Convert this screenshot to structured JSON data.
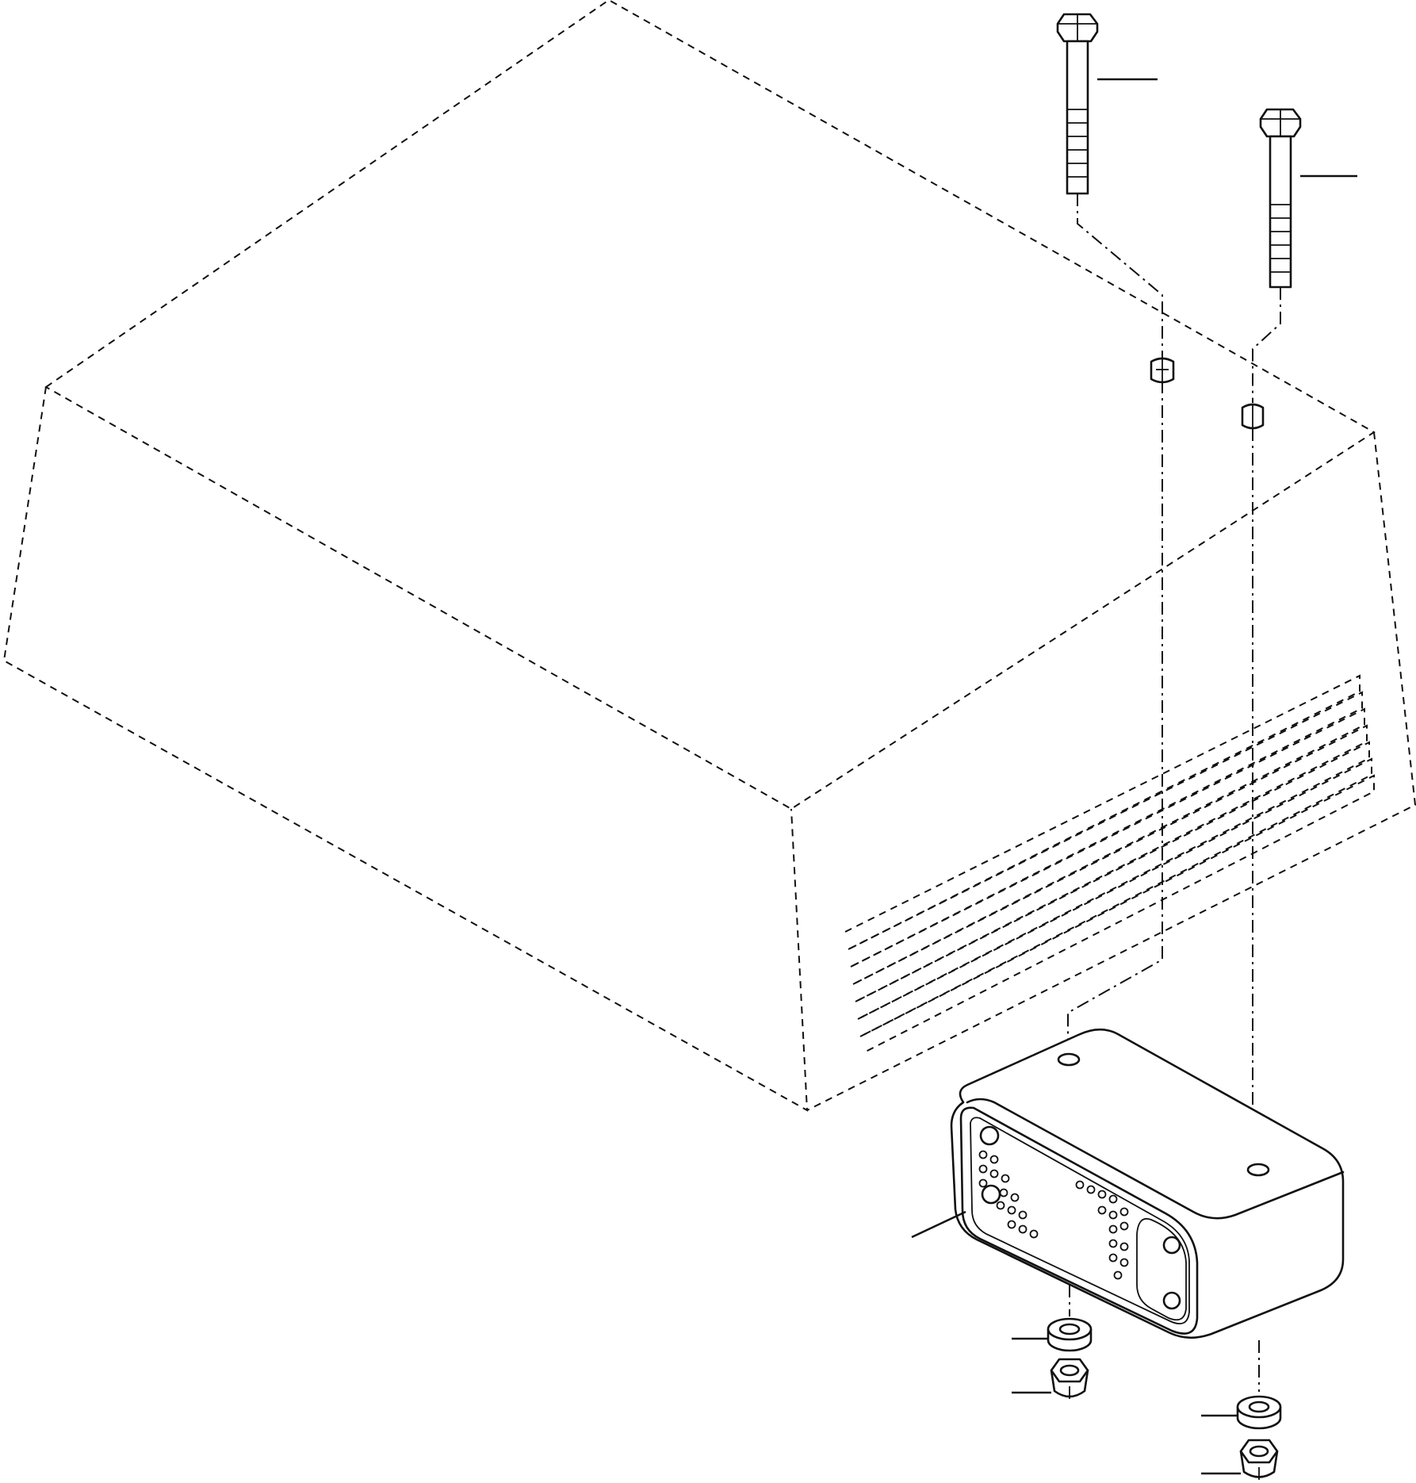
{
  "diagram": {
    "kind": "exploded-parts-drawing",
    "components": [
      "housing-outline",
      "bolt-left",
      "bolt-right",
      "spacer-left",
      "spacer-right",
      "mounting-block",
      "washer-left",
      "nut-left",
      "washer-right",
      "nut-right"
    ],
    "callout_count": 7,
    "stroke_color": "#111111",
    "background_color": "#ffffff"
  }
}
